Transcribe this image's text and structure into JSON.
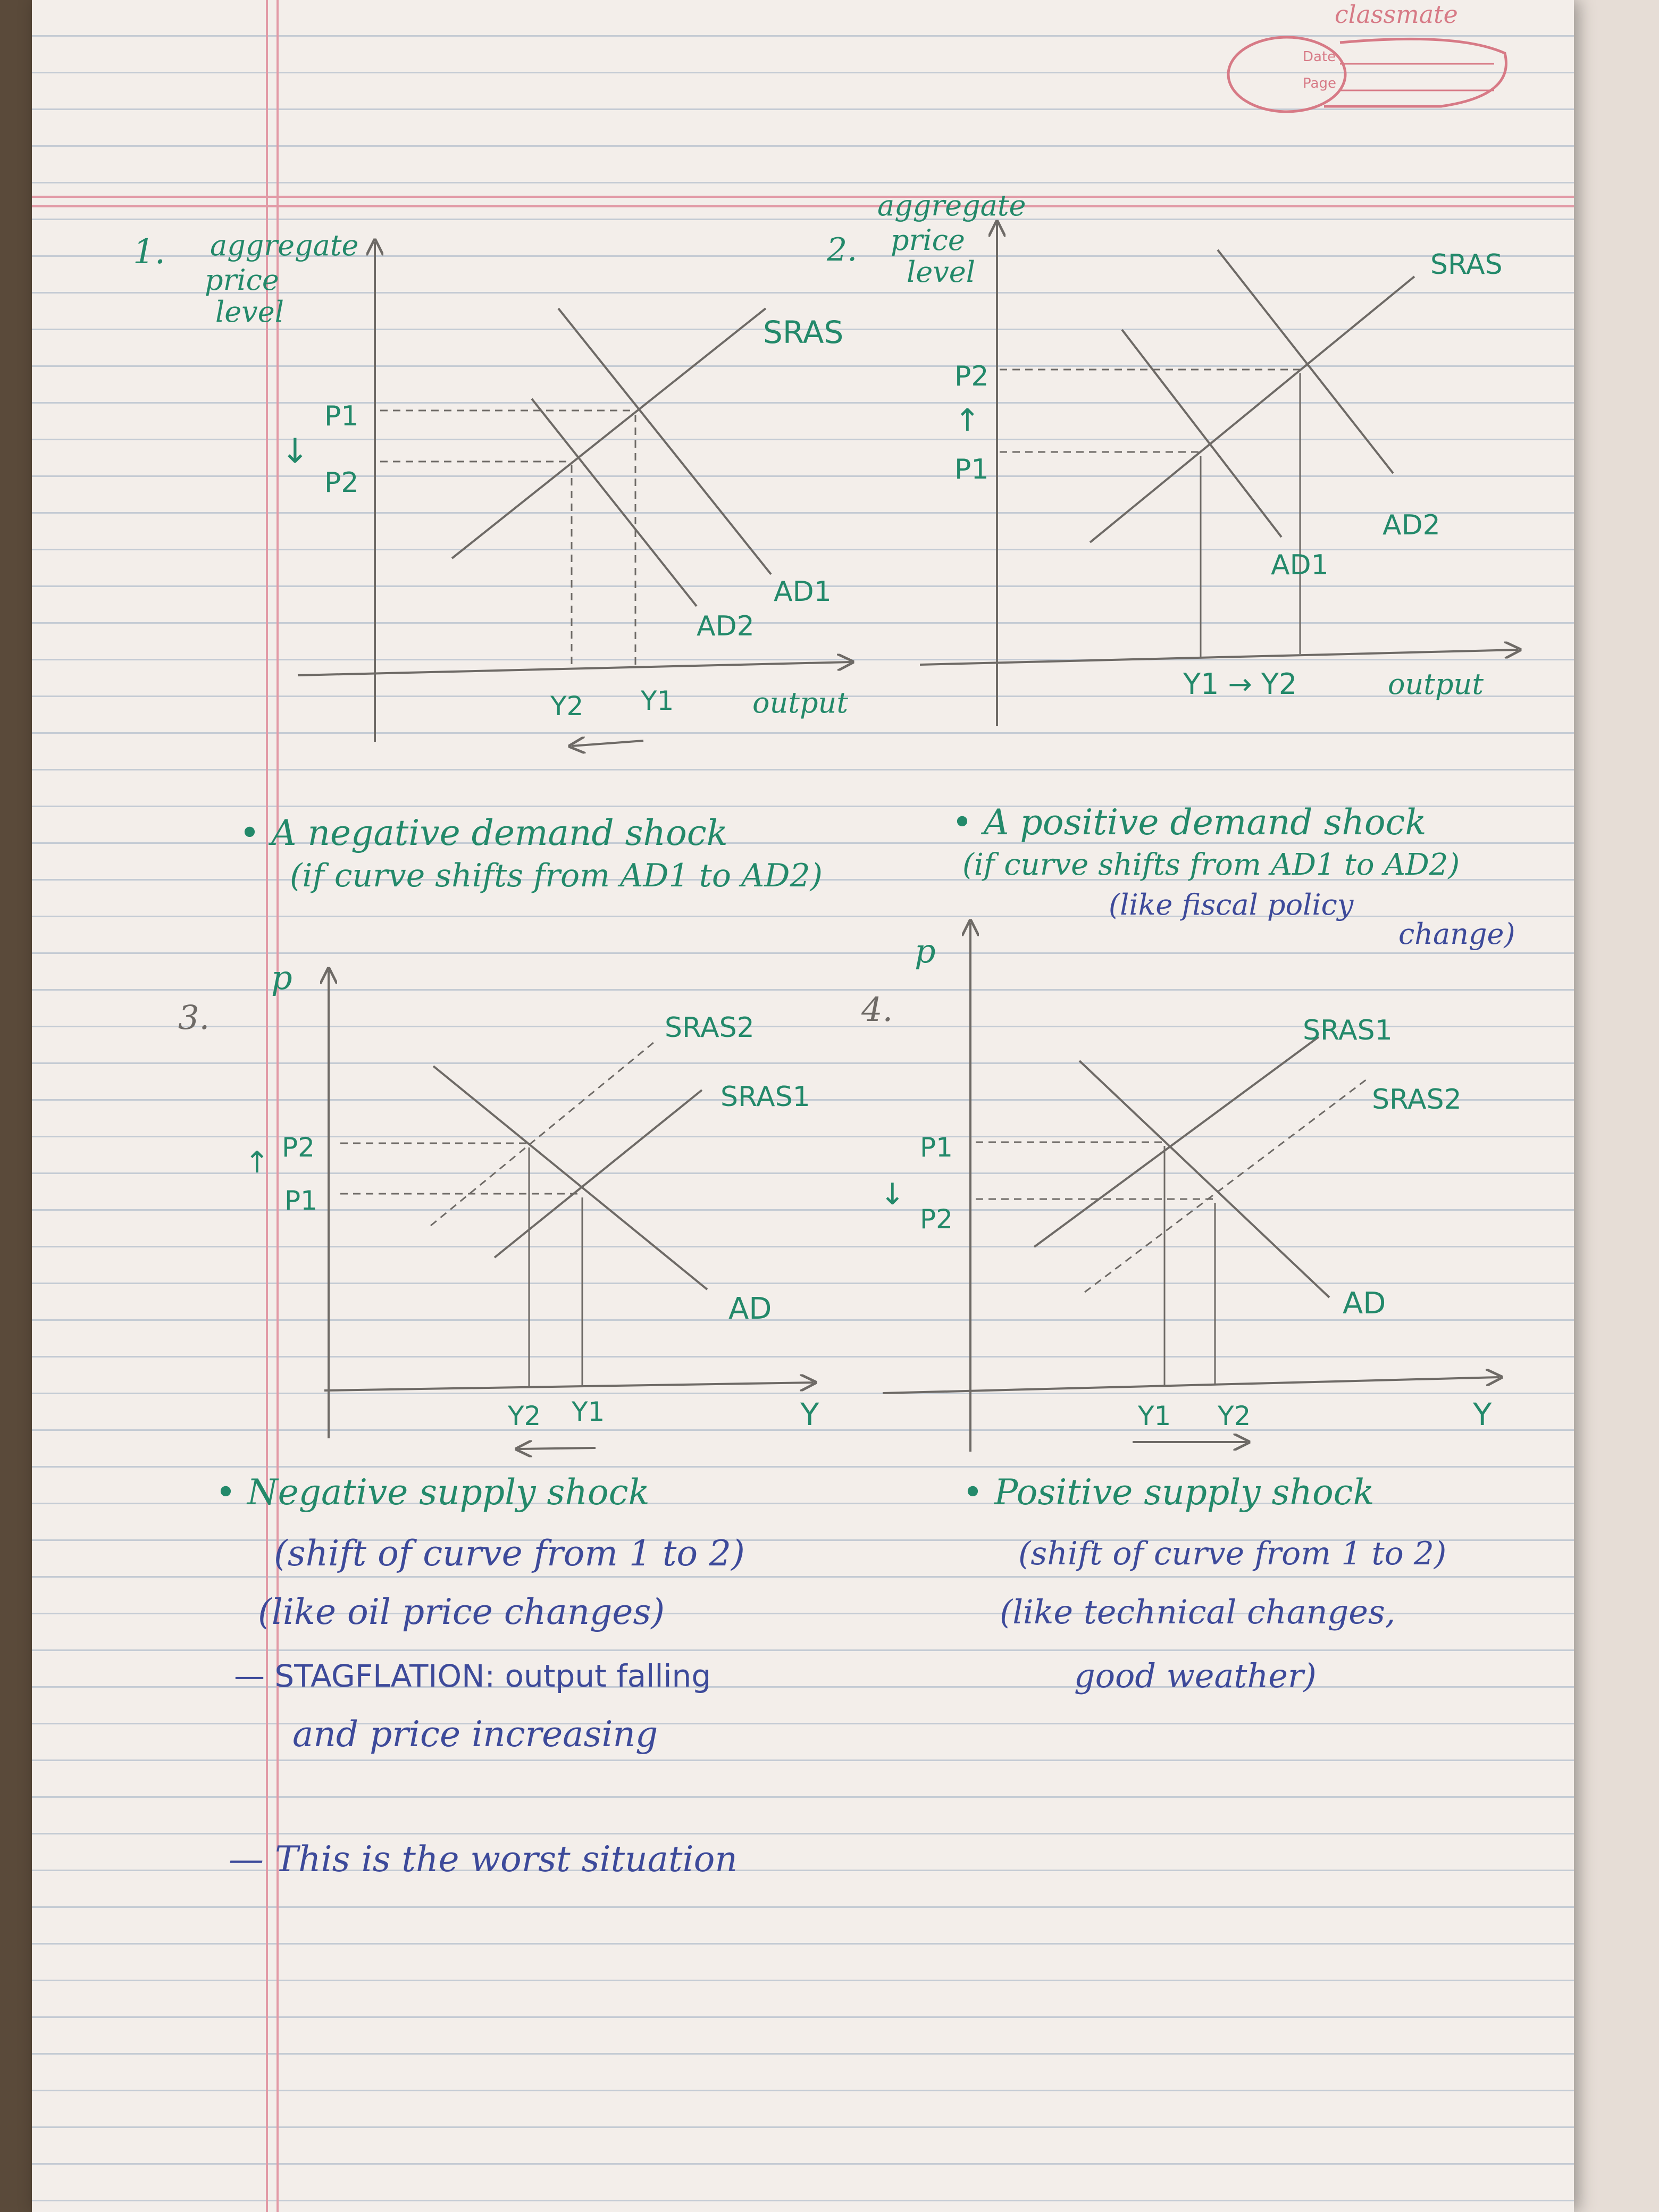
{
  "brand": {
    "name": "classmate",
    "date_label": "Date",
    "page_label": "Page"
  },
  "diagram_1": {
    "number": "1.",
    "y_axis_label": "aggregate price level",
    "x_axis_label": "output",
    "curve_sras": "SRAS",
    "curve_ad1": "AD1",
    "curve_ad2": "AD2",
    "price_1": "P1",
    "price_2": "P2",
    "output_1": "Y1",
    "output_2": "Y2",
    "price_arrow": "↓",
    "output_arrow": "←"
  },
  "diagram_2": {
    "number": "2.",
    "y_axis_label": "aggregate price level",
    "x_axis_label": "output",
    "curve_sras": "SRAS",
    "curve_ad1": "AD1",
    "curve_ad2": "AD2",
    "price_1": "P1",
    "price_2": "P2",
    "output_change": "Y1 → Y2",
    "price_arrow": "↑"
  },
  "diagram_3": {
    "number": "3.",
    "y_axis_label": "p",
    "x_axis_label": "Y",
    "curve_sras1": "SRAS1",
    "curve_sras2": "SRAS2",
    "curve_ad": "AD",
    "price_1": "P1",
    "price_2": "P2",
    "output_1": "Y1",
    "output_2": "Y2",
    "price_arrow": "↑",
    "output_arrow": "←"
  },
  "diagram_4": {
    "number": "4.",
    "y_axis_label": "p",
    "x_axis_label": "Y",
    "curve_sras1": "SRAS1",
    "curve_sras2": "SRAS2",
    "curve_ad": "AD",
    "price_1": "P1",
    "price_2": "P2",
    "output_1": "Y1",
    "output_2": "Y2",
    "price_arrow": "↓",
    "output_arrow": "→"
  },
  "notes": {
    "caption_1_line1": "• A negative demand shock",
    "caption_1_line2": "(if curve shifts from AD1 to AD2)",
    "caption_2_line1": "• A positive demand shock",
    "caption_2_line2": "(if curve shifts from AD1 to AD2)",
    "caption_2_line3": "(like fiscal policy",
    "caption_2_line4": "change)",
    "caption_3_line1": "• Negative supply shock",
    "caption_3_line2": "(shift of curve from 1 to 2)",
    "caption_3_line3": "(like oil price changes)",
    "caption_3_line4": "— STAGFLATION: output falling",
    "caption_3_line5": "and price increasing",
    "caption_3_line6": "— This is the worst situation",
    "caption_4_line1": "• Positive supply shock",
    "caption_4_line2": "(shift of curve from 1 to 2)",
    "caption_4_line3": "(like technical changes,",
    "caption_4_line4": "good weather)"
  },
  "colors": {
    "pencil": "#6e6a66",
    "green_ink": "#23896a",
    "blue_ink": "#3d4a9a",
    "margin_red": "#e29aa6",
    "rule_blue": "#c4cbd4"
  }
}
